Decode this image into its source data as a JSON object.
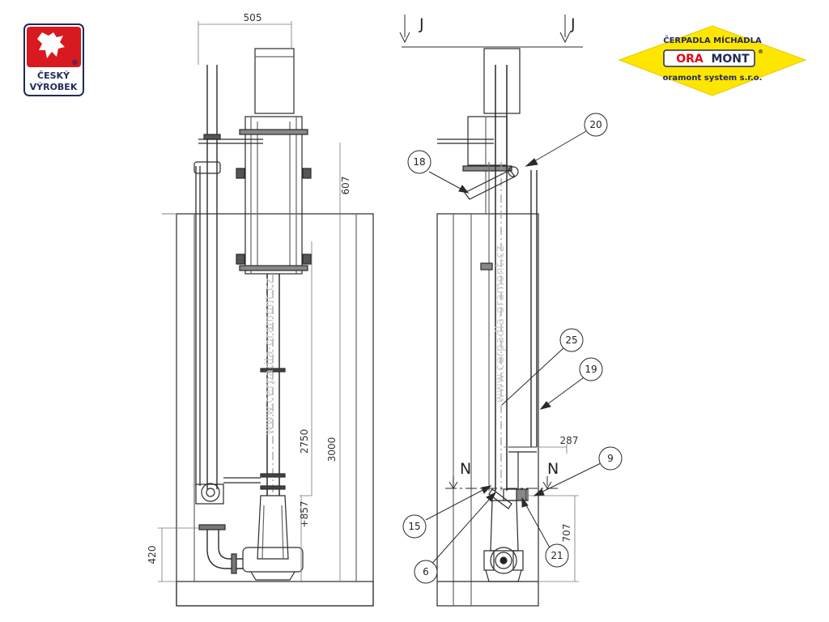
{
  "logos": {
    "czech_product": {
      "line1": "ČESKÝ",
      "line2": "VÝROBEK",
      "registered": "®"
    },
    "oramont": {
      "top_text": "ČERPADLA MÍCHADLA",
      "brand_left": "ORA",
      "brand_right": "MONT",
      "registered": "®",
      "bottom_text": "oramont system s.r.o."
    }
  },
  "dimensions": {
    "width_505": "505",
    "height_607": "607",
    "height_2750": "2750",
    "height_3000": "3000",
    "height_857": "+857",
    "height_420": "420",
    "width_287": "287",
    "height_707": "707"
  },
  "section_marks": {
    "j": "J",
    "n": "N"
  },
  "callouts": [
    "20",
    "18",
    "25",
    "19",
    "9",
    "15",
    "21",
    "6"
  ],
  "watermark": "www.cerpadla-oramont.cz",
  "colors": {
    "line": "#2a2a2a",
    "thin": "#666666",
    "logo_red": "#d71920",
    "logo_yellow": "#ffe600",
    "logo_red_oramont": "#e30613"
  }
}
